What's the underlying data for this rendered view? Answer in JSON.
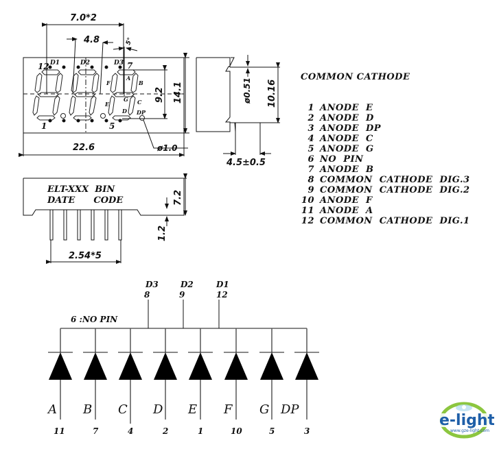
{
  "front_view": {
    "dim_pitch": "7.0*2",
    "dim_digit": "4.8",
    "dim_angle": "5°",
    "dim_height_seg": "9.2",
    "dim_height_total": "14.1",
    "dim_width": "22.6",
    "dim_dp": "ø1.0",
    "digit_labels": [
      "D1",
      "D2",
      "D3"
    ],
    "pin_labels": {
      "p12": "12",
      "p7": "7",
      "p1": "1",
      "p5": "5"
    },
    "segment_labels": [
      "A",
      "B",
      "C",
      "D",
      "E",
      "F",
      "G",
      "DP"
    ]
  },
  "side_view": {
    "dim_pin": "ø0.51",
    "dim_row": "10.16",
    "dim_offset": "4.5±0.5"
  },
  "bottom_view": {
    "label_line1": "ELT-XXX  BIN",
    "label_line2": "DATE      CODE",
    "dim_height": "7.2",
    "dim_standoff": "1.2",
    "dim_pitch": "2.54*5"
  },
  "pinout": {
    "title": "COMMON CATHODE",
    "pins": [
      {
        "num": "1",
        "desc": "ANODE  E"
      },
      {
        "num": "2",
        "desc": "ANODE  D"
      },
      {
        "num": "3",
        "desc": "ANODE  DP"
      },
      {
        "num": "4",
        "desc": "ANODE  C"
      },
      {
        "num": "5",
        "desc": "ANODE  G"
      },
      {
        "num": "6",
        "desc": "NO  PIN"
      },
      {
        "num": "7",
        "desc": "ANODE  B"
      },
      {
        "num": "8",
        "desc": "COMMON  CATHODE  DIG.3"
      },
      {
        "num": "9",
        "desc": "COMMON  CATHODE  DIG.2"
      },
      {
        "num": "10",
        "desc": "ANODE  F"
      },
      {
        "num": "11",
        "desc": "ANODE  A"
      },
      {
        "num": "12",
        "desc": "COMMON  CATHODE  DIG.1"
      }
    ]
  },
  "schematic": {
    "no_pin_note": "6  :NO  PIN",
    "cathodes": [
      {
        "digit": "D3",
        "pin": "8"
      },
      {
        "digit": "D2",
        "pin": "9"
      },
      {
        "digit": "D1",
        "pin": "12"
      }
    ],
    "anodes": [
      {
        "segment": "A",
        "pin": "11"
      },
      {
        "segment": "B",
        "pin": "7"
      },
      {
        "segment": "C",
        "pin": "4"
      },
      {
        "segment": "D",
        "pin": "2"
      },
      {
        "segment": "E",
        "pin": "1"
      },
      {
        "segment": "F",
        "pin": "10"
      },
      {
        "segment": "G",
        "pin": "5"
      },
      {
        "segment": "DP",
        "pin": "3"
      }
    ]
  },
  "logo": {
    "brand": "e-light",
    "url": "www.gze-light.com",
    "colors": {
      "ring": "#8cc63f",
      "text": "#1f5fa8",
      "glow": "#b8dff0"
    }
  }
}
